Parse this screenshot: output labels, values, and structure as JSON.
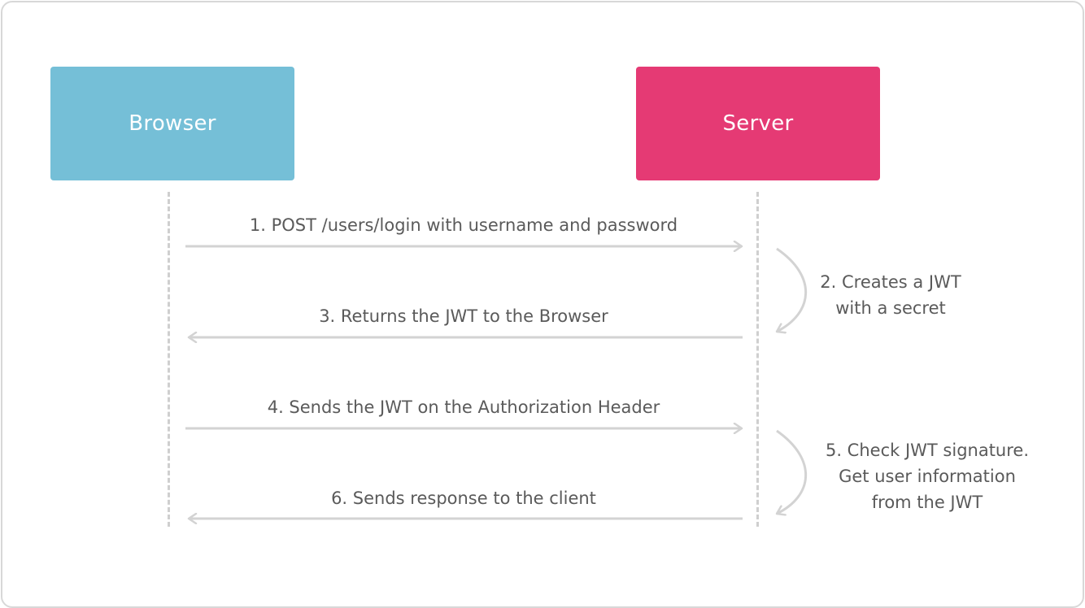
{
  "actors": {
    "browser": {
      "label": "Browser",
      "color": "#75bfd7"
    },
    "server": {
      "label": "Server",
      "color": "#e53a74"
    }
  },
  "messages": [
    {
      "label": "1. POST /users/login with username and password",
      "direction": "browser-to-server"
    },
    {
      "label": "3. Returns the JWT to the Browser",
      "direction": "server-to-browser"
    },
    {
      "label": "4. Sends the JWT on the Authorization Header",
      "direction": "browser-to-server"
    },
    {
      "label": "6. Sends response to the client",
      "direction": "server-to-browser"
    }
  ],
  "notes": [
    {
      "lines": [
        "2. Creates a JWT",
        "with a secret"
      ]
    },
    {
      "lines": [
        "5. Check JWT signature.",
        "Get user information",
        "from the JWT"
      ]
    }
  ],
  "colors": {
    "arrow": "#d3d3d3",
    "text": "#5a5a5a",
    "lifeline": "#cfcfcf"
  }
}
